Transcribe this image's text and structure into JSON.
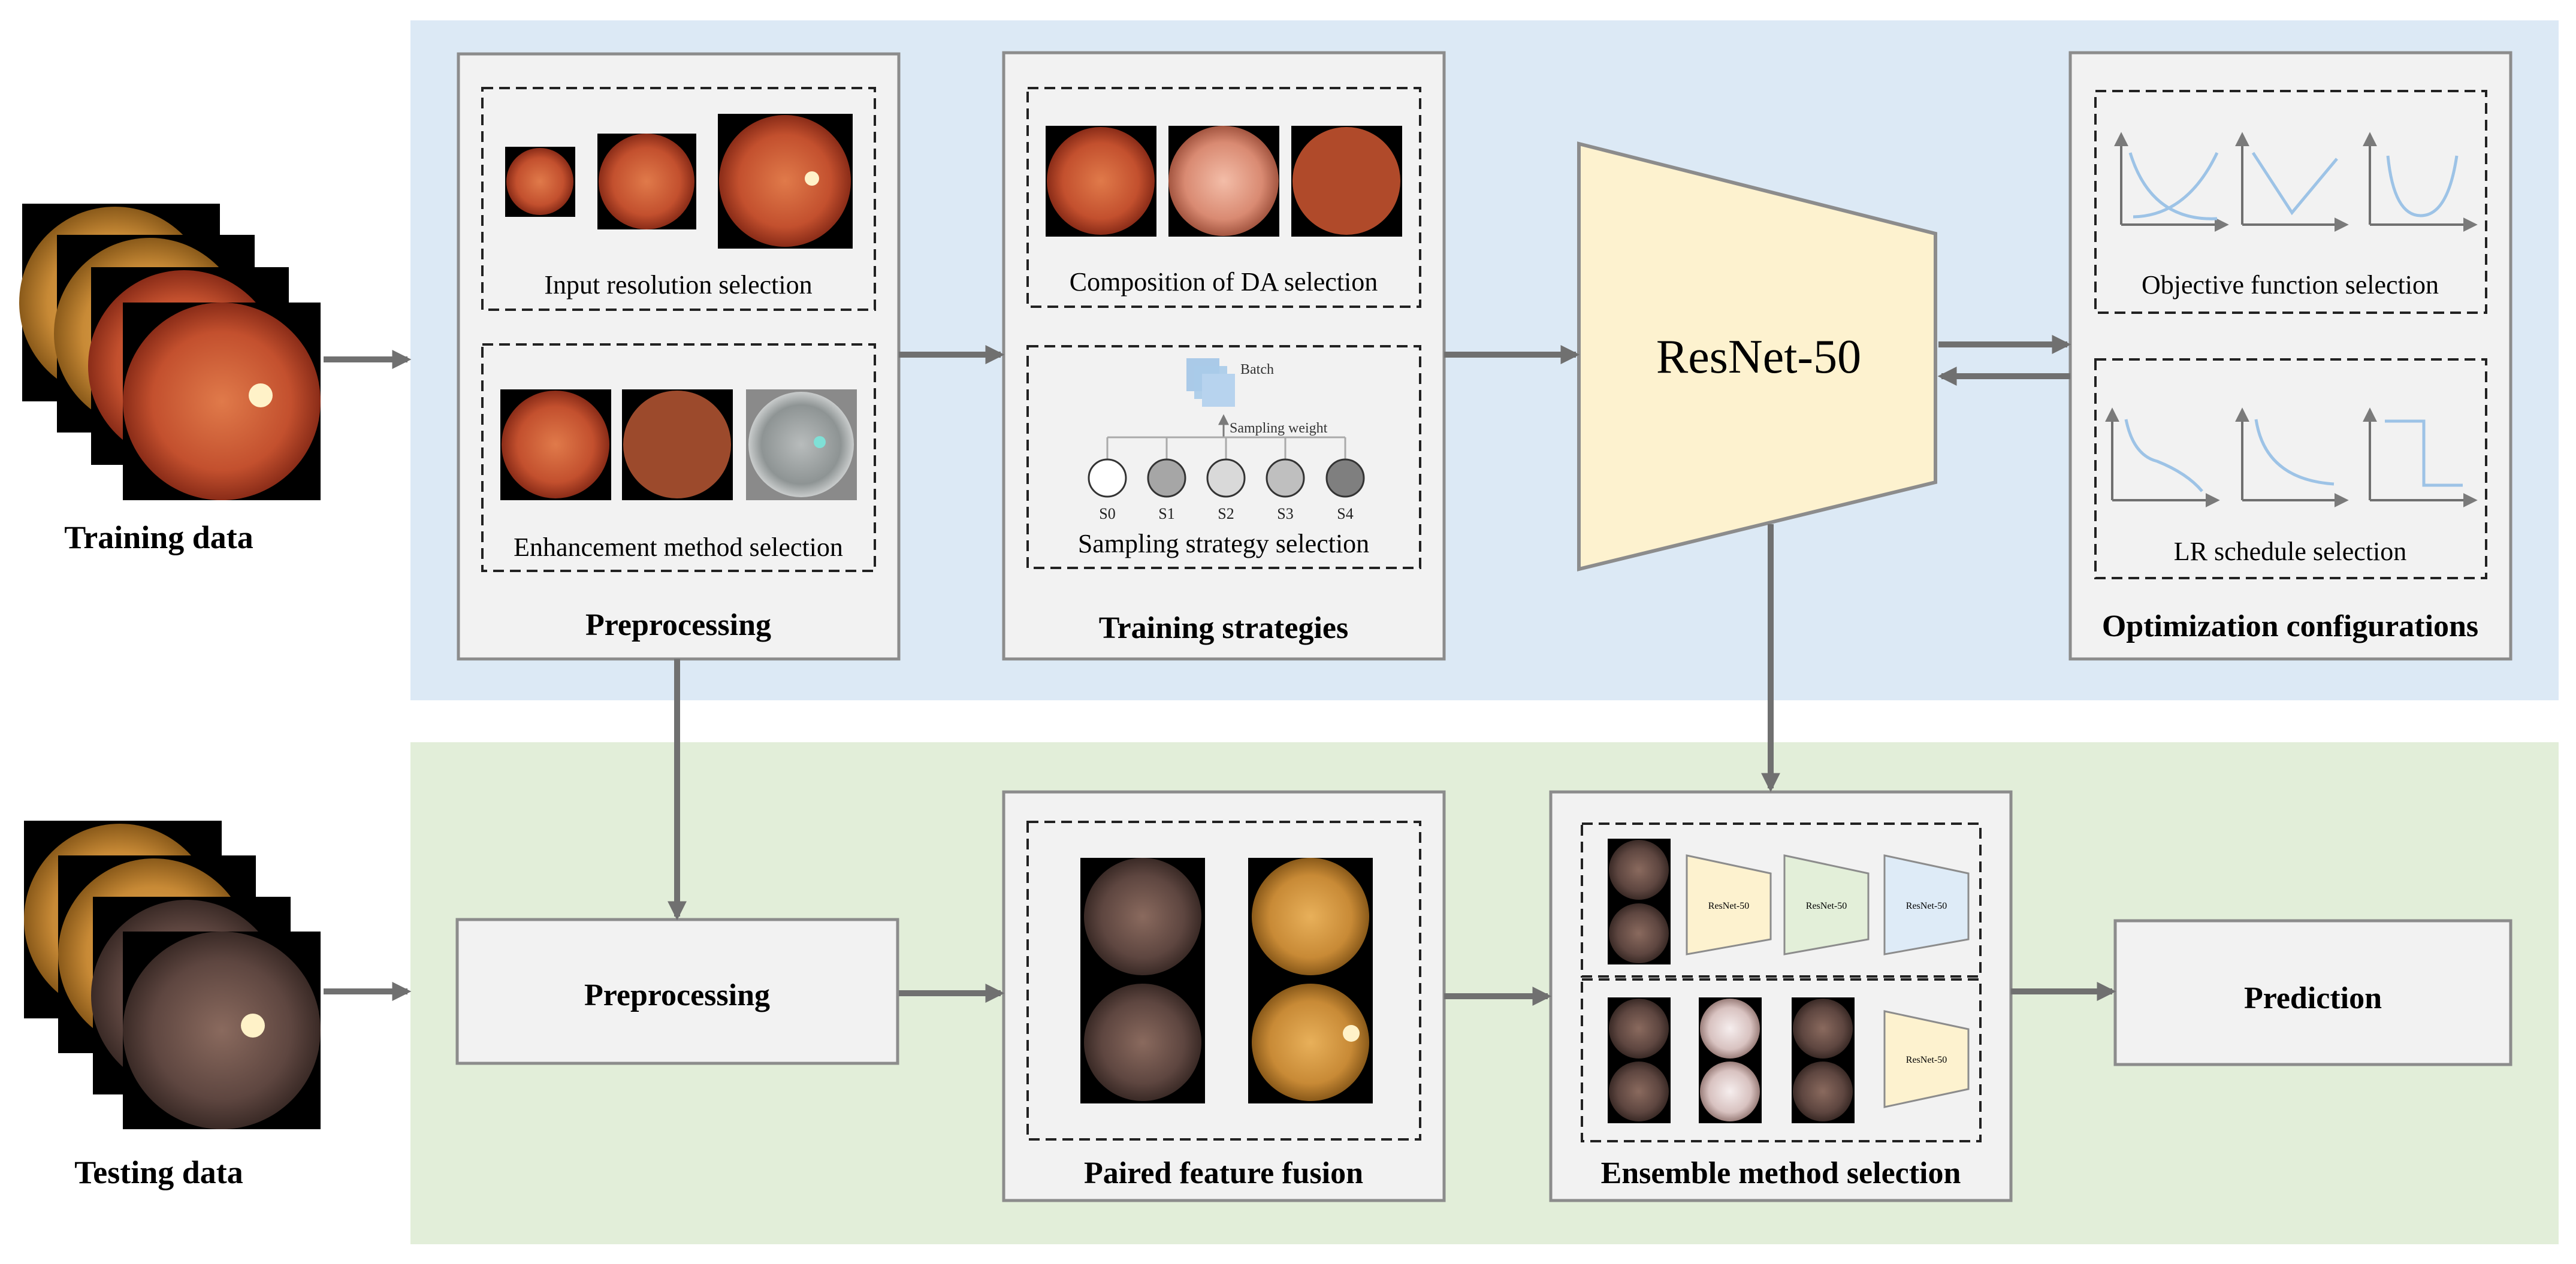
{
  "inputs": {
    "training_label": "Training data",
    "testing_label": "Testing data"
  },
  "preprocessing_panel": {
    "title": "Preprocessing",
    "input_resolution_caption": "Input resolution selection",
    "enhancement_caption": "Enhancement method selection"
  },
  "training_panel": {
    "title": "Training strategies",
    "da_caption": "Composition of DA selection",
    "sampling_caption": "Sampling strategy selection",
    "batch_label": "Batch",
    "sampling_weight_label": "Sampling weight",
    "strategies": [
      "S0",
      "S1",
      "S2",
      "S3",
      "S4"
    ]
  },
  "model": {
    "label": "ResNet-50"
  },
  "optimization_panel": {
    "title": "Optimization configurations",
    "objective_caption": "Objective function selection",
    "lr_caption": "LR schedule selection"
  },
  "test_pipeline": {
    "preprocessing_label": "Preprocessing",
    "fusion_title": "Paired feature fusion",
    "ensemble_title": "Ensemble method selection",
    "ensemble_model_label": "ResNet-50",
    "prediction_label": "Prediction"
  },
  "colors": {
    "train_band": "#dce9f5",
    "test_band": "#e2eed9",
    "panel_fill": "#f2f2f2",
    "panel_stroke": "#8c8c8c",
    "arrow": "#707070",
    "model_fill": "#fdf2cf",
    "model_green": "#e3efd9",
    "model_blue": "#deebf7",
    "curve": "#9dc3e6"
  }
}
